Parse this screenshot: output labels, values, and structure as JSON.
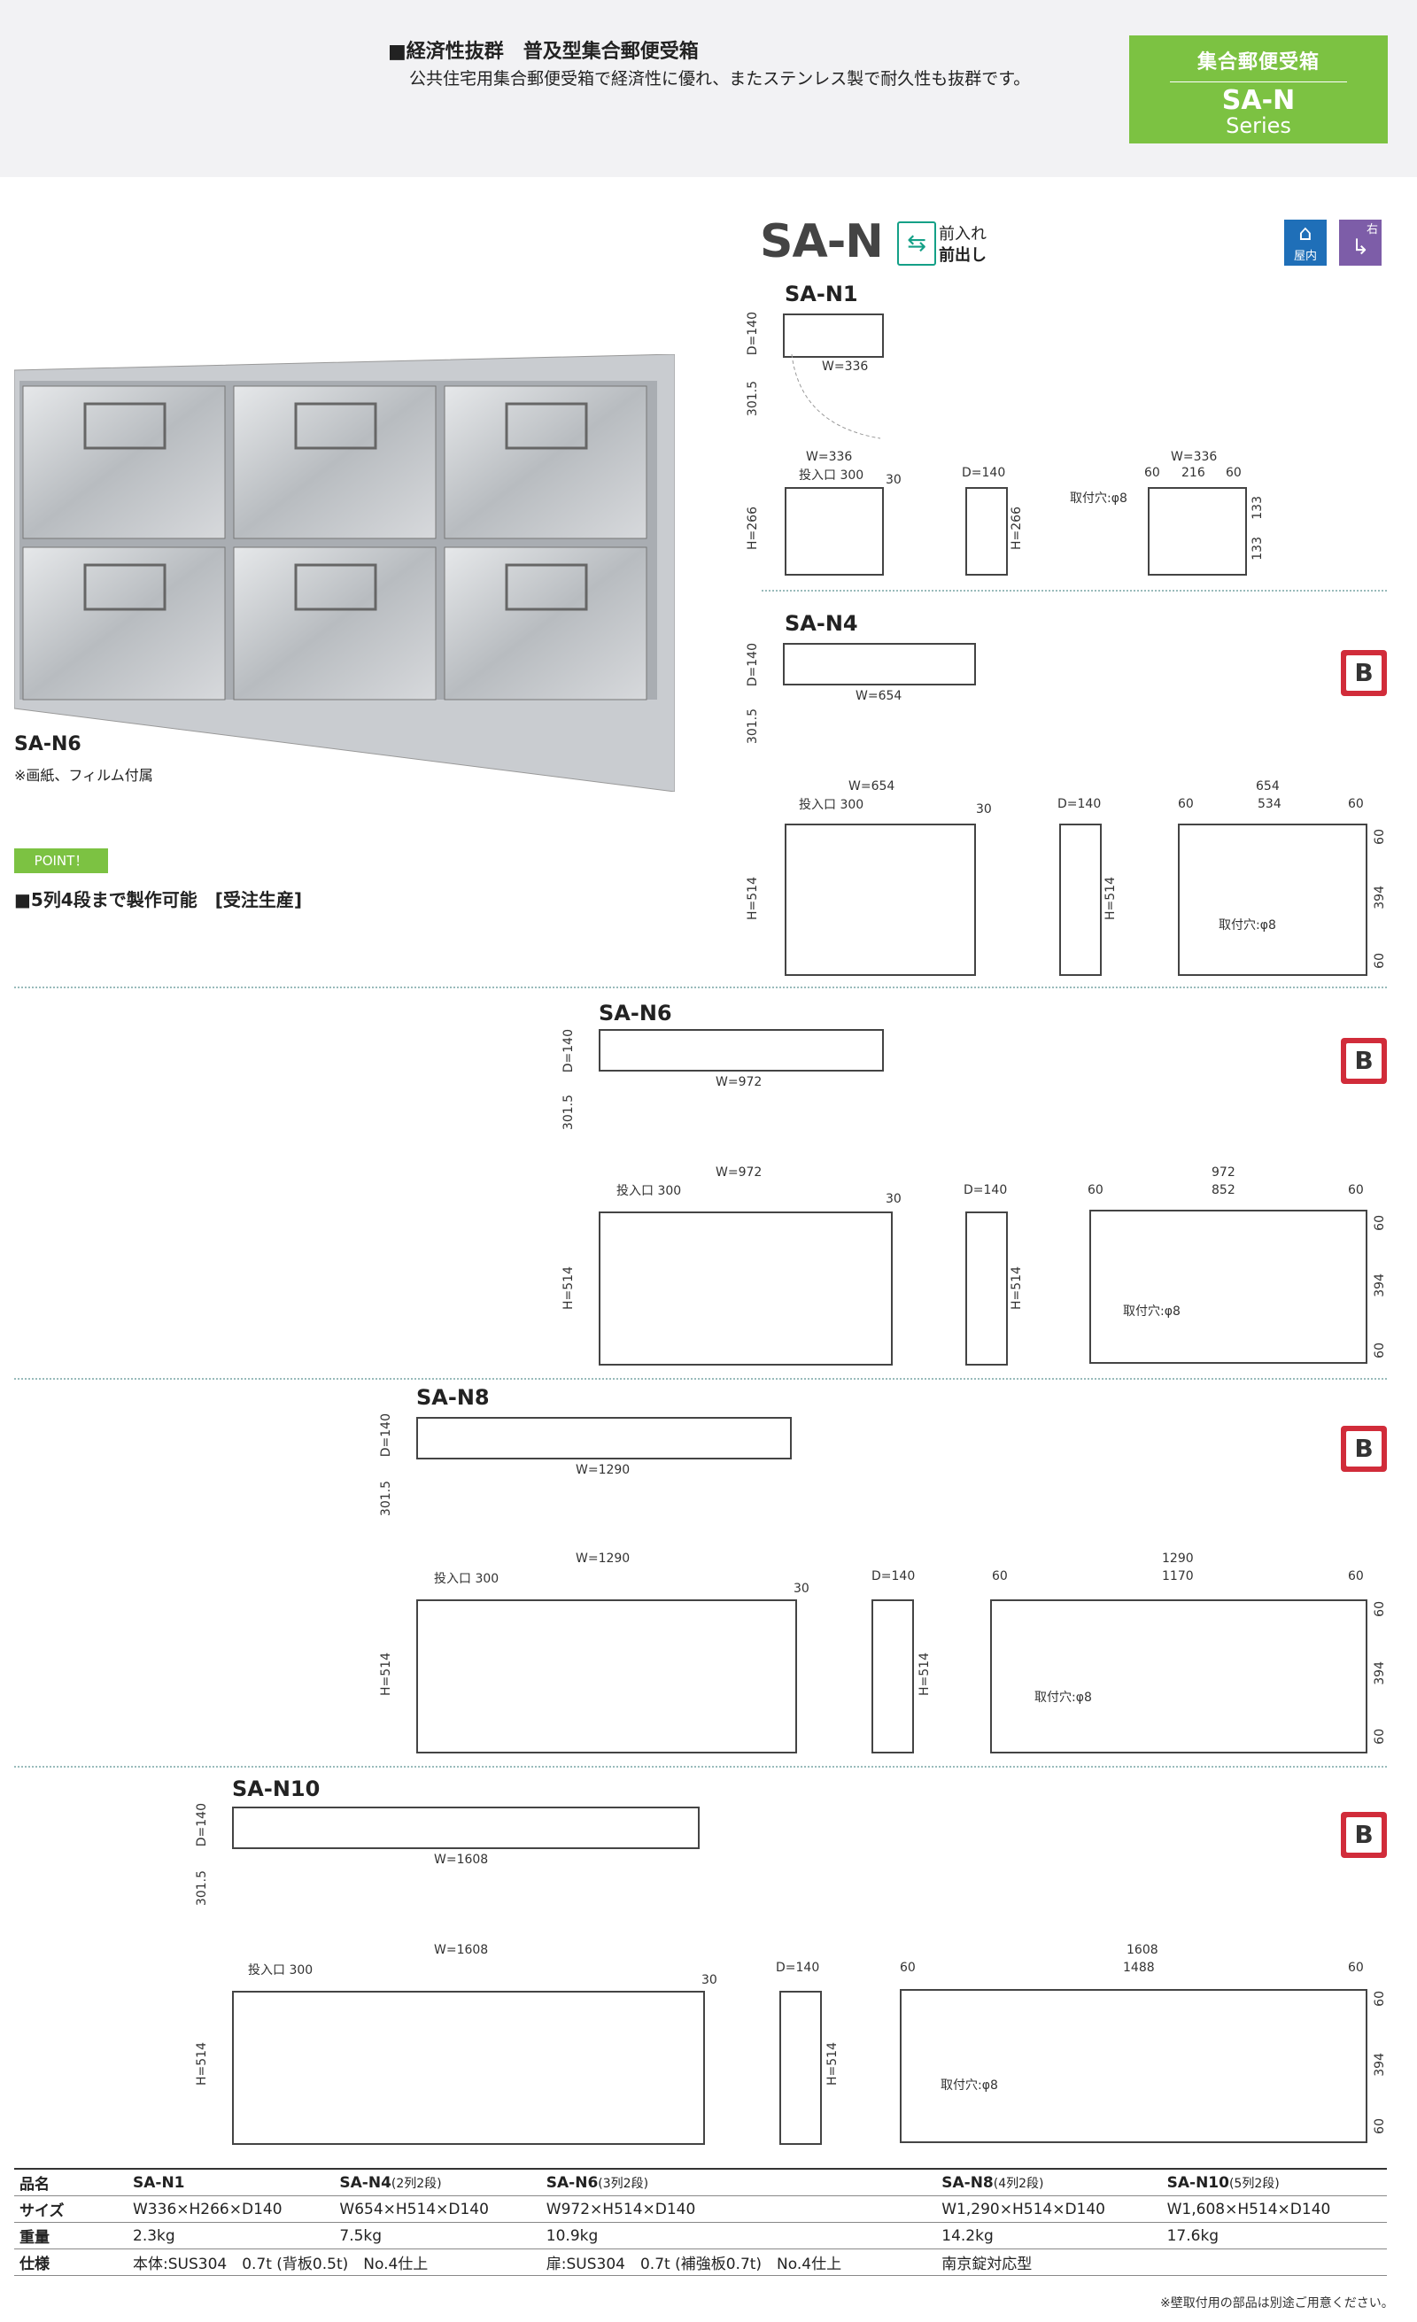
{
  "header": {
    "title": "■経済性抜群　普及型集合郵便受箱",
    "subtitle": "公共住宅用集合郵便受箱で経済性に優れ、またステンレス製で耐久性も抜群です。",
    "category": "集合郵便受箱",
    "series_name": "SA-N",
    "series_label": "Series"
  },
  "product": {
    "title": "SA-N",
    "icons": {
      "front_text1": "前入れ",
      "front_text2": "前出し",
      "indoor": "屋内",
      "right": "右"
    }
  },
  "photo": {
    "caption": "SA-N6",
    "note": "※画紙、フィルム付属"
  },
  "point": {
    "label": "POINT！",
    "text": "■5列4段まで製作可能　[受注生産]"
  },
  "badge": "B",
  "diagrams": {
    "n1": {
      "name": "SA-N1",
      "d": "D=140",
      "h_open": "301.5",
      "w": "W=336",
      "w2": "W=336",
      "slot": "投入口 300",
      "top": "30",
      "h": "H=266",
      "side_d": "D=140",
      "side_h": "H=266",
      "back_w": "W=336",
      "back_a": "60",
      "back_b": "216",
      "back_c": "60",
      "hole": "取付穴:φ8",
      "back_v1": "133",
      "back_v2": "133"
    },
    "n4": {
      "name": "SA-N4",
      "d": "D=140",
      "h_open": "301.5",
      "w": "W=654",
      "w2": "W=654",
      "slot": "投入口 300",
      "top": "30",
      "h": "H=514",
      "side_d": "D=140",
      "side_h": "H=514",
      "back_w": "654",
      "back_a": "60",
      "back_b": "534",
      "back_c": "60",
      "hole": "取付穴:φ8",
      "v1": "60",
      "v2": "394",
      "v3": "60"
    },
    "n6": {
      "name": "SA-N6",
      "d": "D=140",
      "h_open": "301.5",
      "w": "W=972",
      "w2": "W=972",
      "slot": "投入口 300",
      "top": "30",
      "h": "H=514",
      "side_d": "D=140",
      "side_h": "H=514",
      "back_w": "972",
      "back_a": "60",
      "back_b": "852",
      "back_c": "60",
      "hole": "取付穴:φ8",
      "v1": "60",
      "v2": "394",
      "v3": "60"
    },
    "n8": {
      "name": "SA-N8",
      "d": "D=140",
      "h_open": "301.5",
      "w": "W=1290",
      "w2": "W=1290",
      "slot": "投入口 300",
      "top": "30",
      "h": "H=514",
      "side_d": "D=140",
      "side_h": "H=514",
      "back_w": "1290",
      "back_a": "60",
      "back_b": "1170",
      "back_c": "60",
      "hole": "取付穴:φ8",
      "v1": "60",
      "v2": "394",
      "v3": "60"
    },
    "n10": {
      "name": "SA-N10",
      "d": "D=140",
      "h_open": "301.5",
      "w": "W=1608",
      "w2": "W=1608",
      "slot": "投入口 300",
      "top": "30",
      "h": "H=514",
      "side_d": "D=140",
      "side_h": "H=514",
      "back_w": "1608",
      "back_a": "60",
      "back_b": "1488",
      "back_c": "60",
      "hole": "取付穴:φ8",
      "v1": "60",
      "v2": "394",
      "v3": "60"
    }
  },
  "spec": {
    "row_model": {
      "label": "品名",
      "c1": "SA-N1",
      "c2": "SA-N4",
      "c2s": "(2列2段)",
      "c3": "SA-N6",
      "c3s": "(3列2段)",
      "c4": "SA-N8",
      "c4s": "(4列2段)",
      "c5": "SA-N10",
      "c5s": "(5列2段)"
    },
    "row_size": {
      "label": "サイズ",
      "c1": "W336×H266×D140",
      "c2": "W654×H514×D140",
      "c3": "W972×H514×D140",
      "c4": "W1,290×H514×D140",
      "c5": "W1,608×H514×D140"
    },
    "row_weight": {
      "label": "重量",
      "c1": "2.3kg",
      "c2": "7.5kg",
      "c3": "10.9kg",
      "c4": "14.2kg",
      "c5": "17.6kg"
    },
    "row_spec": {
      "label": "仕様",
      "a": "本体:SUS304　0.7t (背板0.5t)　No.4仕上",
      "b": "扉:SUS304　0.7t (補強板0.7t)　No.4仕上",
      "c": "南京錠対応型"
    },
    "note": "※壁取付用の部品は別途ご用意ください。"
  }
}
